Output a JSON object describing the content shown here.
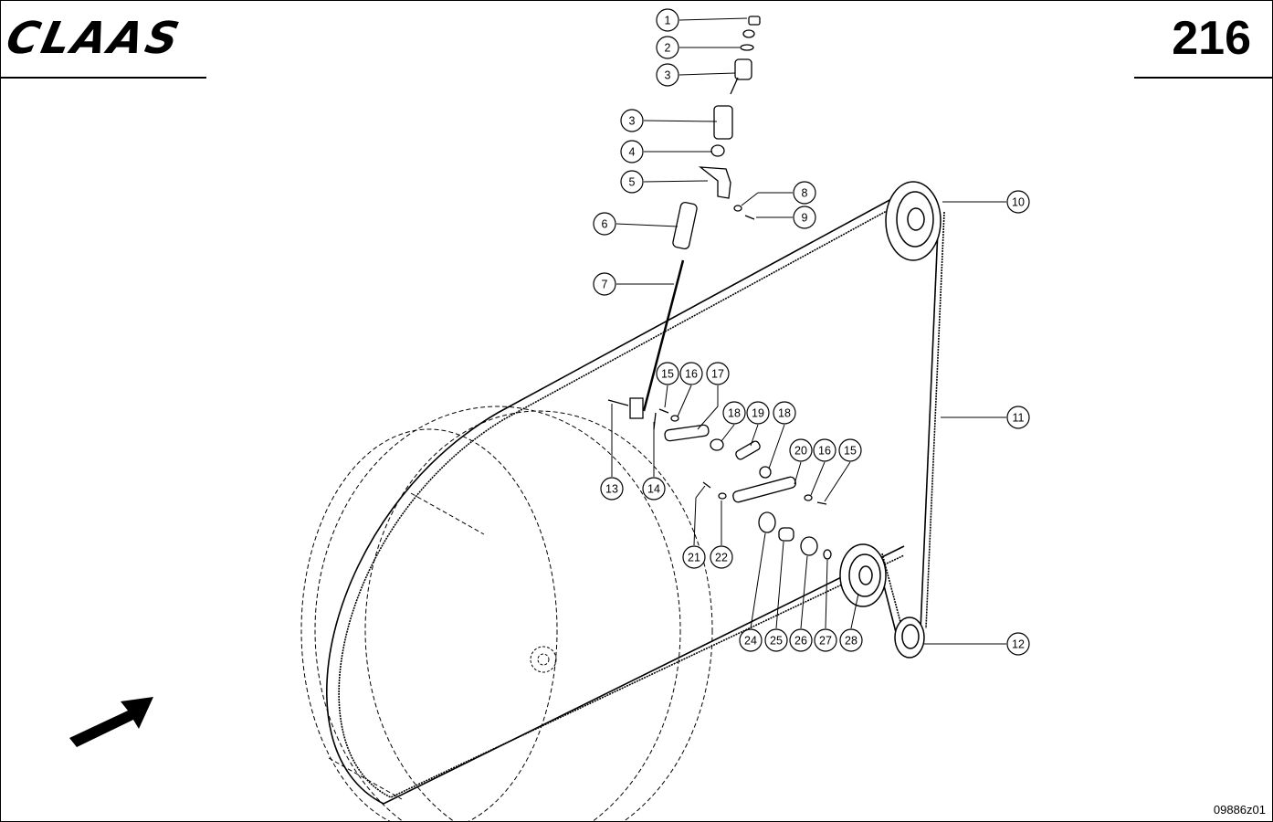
{
  "header": {
    "brand": "CLAAS",
    "page_number": "216"
  },
  "footer": {
    "drawing_code": "09886z01"
  },
  "callouts": [
    "1",
    "2",
    "3",
    "3",
    "4",
    "5",
    "6",
    "7",
    "8",
    "9",
    "10",
    "11",
    "12",
    "13",
    "14",
    "15",
    "16",
    "17",
    "18",
    "19",
    "18",
    "20",
    "16",
    "15",
    "21",
    "22",
    "24",
    "25",
    "26",
    "27",
    "28"
  ],
  "colors": {
    "line": "#000000",
    "background": "#ffffff"
  }
}
